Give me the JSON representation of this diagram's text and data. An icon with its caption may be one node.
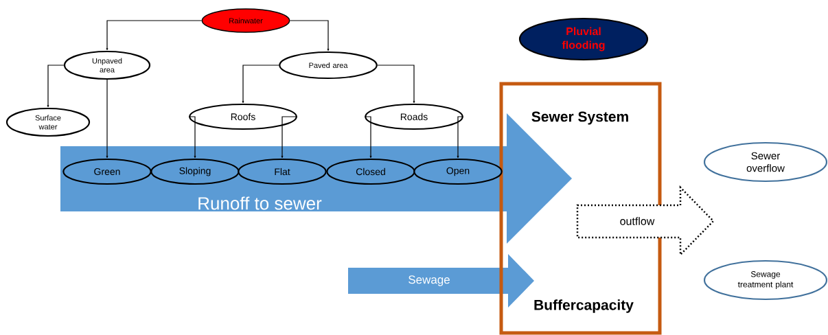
{
  "diagram": {
    "nodes": [
      {
        "text": [
          "Rainwater"
        ]
      },
      {
        "text": [
          "Unpaved area"
        ]
      },
      {
        "text": [
          "Paved area"
        ]
      },
      {
        "text": [
          "Surface water"
        ]
      },
      {
        "text": [
          "Roofs"
        ]
      },
      {
        "text": [
          "Roads"
        ]
      },
      {
        "text": [
          "Pluvial flooding"
        ]
      },
      {
        "text": [
          "Runoff to sewer"
        ]
      },
      {
        "text": [
          "Green"
        ],
        "in": 7
      },
      {
        "text": [
          "Sloping"
        ],
        "in": 7
      },
      {
        "text": [
          "Flat"
        ],
        "in": 7
      },
      {
        "text": [
          "Closed"
        ],
        "in": 7
      },
      {
        "text": [
          "Open"
        ],
        "in": 7
      },
      {
        "text": [
          "Sewer System",
          "Buffercapacity"
        ]
      },
      {
        "text": [
          "Sewage"
        ]
      },
      {
        "text": [
          "outflow"
        ]
      },
      {
        "text": [
          "Sewer overflow"
        ]
      },
      {
        "text": [
          "Sewage treatment plant"
        ]
      }
    ],
    "edges": [
      {
        "from": 0,
        "to": 1,
        "arrow": "to"
      },
      {
        "from": 0,
        "to": 2,
        "arrow": "to"
      },
      {
        "from": 1,
        "to": 3,
        "arrow": "to"
      },
      {
        "from": 1,
        "to": 8,
        "arrow": "to"
      },
      {
        "from": 2,
        "to": 4,
        "arrow": "to"
      },
      {
        "from": 2,
        "to": 5,
        "arrow": "to"
      },
      {
        "from": 4,
        "to": 9,
        "arrow": "to"
      },
      {
        "from": 4,
        "to": 10,
        "arrow": "to"
      },
      {
        "from": 5,
        "to": 11,
        "arrow": "to"
      },
      {
        "from": 5,
        "to": 12,
        "arrow": "to"
      }
    ]
  }
}
